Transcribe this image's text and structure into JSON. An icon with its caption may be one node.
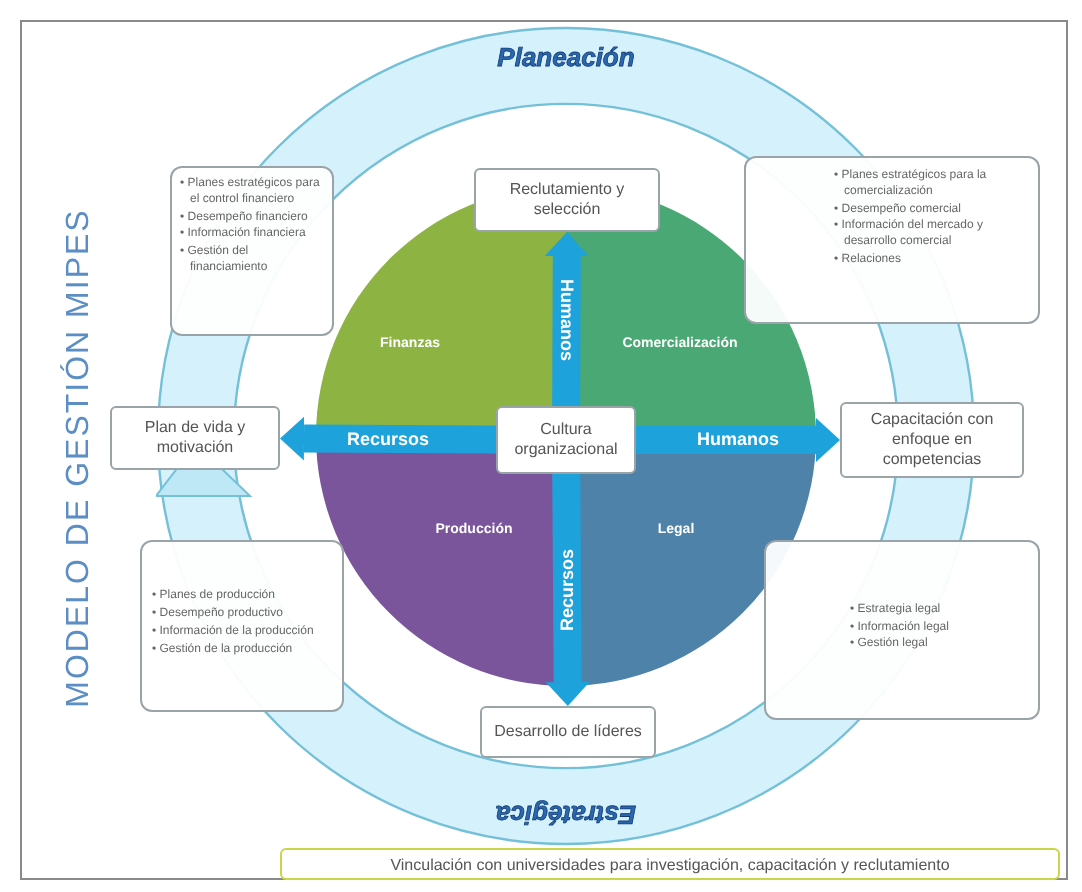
{
  "diagram": {
    "title": "MODELO DE GESTIÓN MIPES",
    "nodes": [
      {
        "text": [
          "Reclutamiento y selección"
        ]
      },
      {
        "text": [
          "• Planes estratégicos para el control financiero",
          "• Desempeño financiero",
          "• Información financiera",
          "• Gestión del financiamiento"
        ]
      },
      {
        "text": [
          "• Planes estratégicos para la comercialización",
          "• Desempeño comercial",
          "• Información del mercado y desarrollo comercial",
          "• Relaciones"
        ]
      },
      {
        "text": [
          "Finanzas"
        ]
      },
      {
        "text": [
          "Comercialización"
        ]
      },
      {
        "text": [
          "Plan de vida y motivación"
        ]
      },
      {
        "text": [
          "Cultura organizacional"
        ]
      },
      {
        "text": [
          "Capacitación con enfoque en competencias"
        ]
      },
      {
        "text": [
          "Producción"
        ]
      },
      {
        "text": [
          "Legal"
        ]
      },
      {
        "text": [
          "• Planes de producción",
          "• Desempeño productivo",
          "• Información de la producción",
          "• Gestión de la producción"
        ]
      },
      {
        "text": [
          "• Estrategia legal",
          "• Información legal",
          "• Gestión legal"
        ]
      },
      {
        "text": [
          "Desarrollo de líderes"
        ]
      },
      {
        "text": [
          "Vinculación con universidades para investigación, capacitación y reclutamiento"
        ]
      }
    ],
    "edges": [
      {
        "from": 6,
        "to": 0,
        "arrow": "to",
        "label": "Humanos"
      },
      {
        "from": 6,
        "to": 7,
        "arrow": "to",
        "label": "Humanos"
      },
      {
        "from": 6,
        "to": 12,
        "arrow": "to",
        "label": "Recursos"
      },
      {
        "from": 6,
        "to": 5,
        "arrow": "to",
        "label": "Recursos"
      }
    ],
    "labels": [
      "Planeación",
      "Estratégica"
    ]
  }
}
